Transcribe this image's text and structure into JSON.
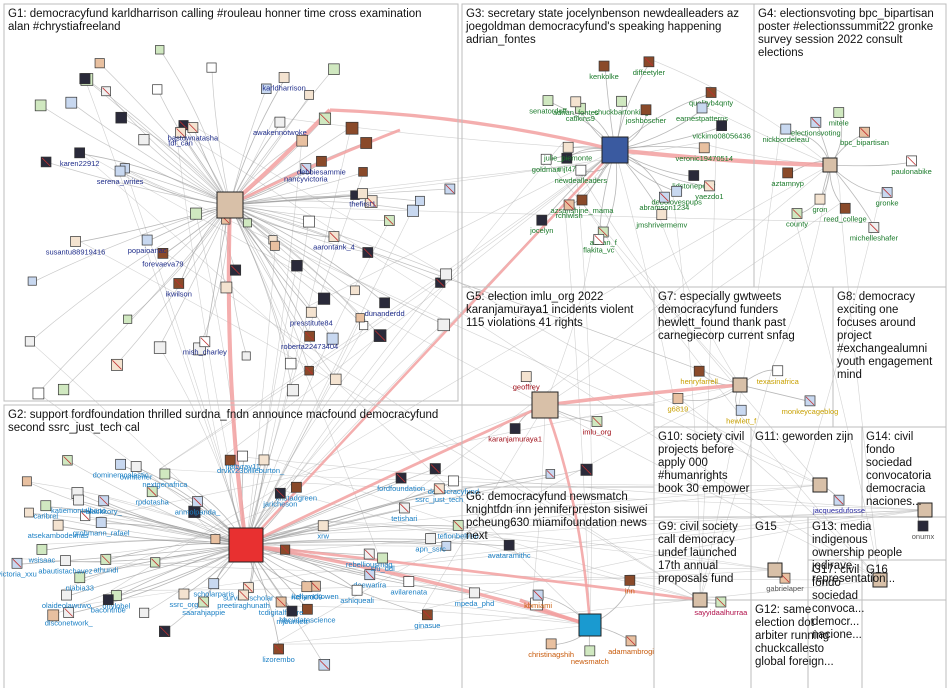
{
  "groups": [
    {
      "id": "G1",
      "color": "#1f2d8a",
      "title": [
        "G1: democracyfund karldharrison calling #rouleau honner time cross examination",
        "alan #chrystiafreeland"
      ],
      "nodes": [
        "aarontank_4",
        "dunanderdd",
        "presstitute84",
        "roberta22473404",
        "mish_charley",
        "ikwilson",
        "forevaeva79",
        "popaioanac",
        "susantu88919416",
        "karen22912",
        "serena_writes",
        "tdf_can",
        "bastownatasha",
        "karldharrison",
        "awakennotwoke",
        "nancyvictoria",
        "debbiesammie",
        "thefirst1"
      ]
    },
    {
      "id": "G2",
      "color": "#1a7fc4",
      "title": [
        "G2: support fordfoundation thrilled surdna_fndn announce macfound democracyfund",
        "second ssrc_just_tech cal"
      ],
      "nodes": [
        "avilarenata",
        "deewarira",
        "mpeda_phd",
        "ashiqueali",
        "ginasue",
        "kellymckowen",
        "richard09",
        "hbcudatascience",
        "tcdigitalfuture",
        "mjburnett",
        "lizorembo",
        "survivorscholar",
        "preetiraghunath",
        "scholarparis",
        "saarahjappie",
        "ssrc_org",
        "orlylobel",
        "disconetwork_",
        "olaideolawuwo",
        "bacontribe",
        "niabia33",
        "athundi",
        "victoria_xxu",
        "abautistachavez",
        "atsekambodelmas",
        "wsisaac",
        "grohmann_rafael",
        "katiemontalbano",
        "caribrel",
        "rpdotasha",
        "blackkory_",
        "owhitener",
        "nextgenafrica",
        "dominemoslastic",
        "anmolpanda_",
        "drvkv23",
        "nattyray11",
        "billieburton_",
        "kristadgreen",
        "jaricheson",
        "fordfoundation",
        "democracyfund",
        "ssrc_just_tech",
        "xrw",
        "tetishari",
        "tefionbeltran",
        "apn_ssrc",
        "avataramithc",
        "rebelliousmag",
        "sfu_ddl"
      ]
    },
    {
      "id": "G3",
      "color": "#1a7a2a",
      "title": [
        "G3: secretary state jocelynbenson newdealleaders az",
        "joegoldman democracyfund's speaking happening",
        "adrian_fontes"
      ],
      "nodes": [
        "lidstonepeter",
        "yaezdo1",
        "debolovespups",
        "abramson1234",
        "jmshrivermemv",
        "adrian_f",
        "flakita_vc",
        "azsunshine_mama",
        "rchlwlsh",
        "jocelyn",
        "newdealleaders",
        "goldman",
        "mjt47",
        "julie_piemonte",
        "senatorduff",
        "catikins9",
        "adrian_fontes",
        "chuckbartonking",
        "kenkolke",
        "diffeetyler",
        "joshboscher",
        "qualityb4qnty",
        "earnestpatterns",
        "vickimo08056436",
        "veronic19470514"
      ]
    },
    {
      "id": "G4",
      "color": "#1a7a2a",
      "title": [
        "G4: electionsvoting bpc_bipartisan",
        "poster #electionssummit22 gronke",
        "survey session 2022 consult",
        "elections"
      ],
      "nodes": [
        "gronke",
        "michelleshafer",
        "reed_college",
        "gron",
        "county",
        "aztamnyp",
        "nickbordeleau",
        "electionsvoting",
        "mitele",
        "bpc_bipartisan",
        "paulonabike"
      ]
    },
    {
      "id": "G5",
      "color": "#a0101a",
      "title": [
        "G5: election imlu_org 2022",
        "karanjamuraya1 incidents violent",
        "115 violations 41 rights"
      ],
      "nodes": [
        "imlu_org",
        "karanjamuraya1",
        "geoffrey"
      ]
    },
    {
      "id": "G6",
      "color": "#c85a0a",
      "title": [
        "G6: democracyfund newsmatch",
        "knightfdn inn jenniferpreston sisiwei",
        "pcheung630 miamifoundation news",
        "next"
      ],
      "nodes": [
        "adamambrogi",
        "newsmatch",
        "christinagshih",
        "kbmiami",
        "inn"
      ]
    },
    {
      "id": "G7",
      "color": "#c8a000",
      "title": [
        "G7: especially gwtweets",
        "democracyfund funders",
        "hewlett_found thank past",
        "carnegiecorp current snfag"
      ],
      "nodes": [
        "monkeycageblog",
        "hewlett_f",
        "g6819",
        "henryfarrell",
        "texasinafrica"
      ]
    },
    {
      "id": "G8",
      "color": "#2a8a2a",
      "title": [
        "G8: democracy",
        "exciting one",
        "focuses around",
        "project",
        "#exchangealumni",
        "youth engagement",
        "mind"
      ],
      "nodes": []
    },
    {
      "id": "G9",
      "color": "#b0104a",
      "title": [
        "G9: civil society",
        "call democracy",
        "undef launched",
        "17th annual",
        "proposals fund"
      ],
      "nodes": [
        "sayyidaalhurraa"
      ]
    },
    {
      "id": "G10",
      "color": "#555",
      "title": [
        "G10: society civil",
        "projects before",
        "apply 000",
        "#humanrights",
        "book 30 empower"
      ],
      "nodes": []
    },
    {
      "id": "G11",
      "color": "#2a2aa0",
      "title": [
        "G11: geworden zijn"
      ],
      "nodes": [
        "jacquesdufosse"
      ]
    },
    {
      "id": "G12",
      "color": "#555",
      "title": [
        "G12: same",
        "election dot",
        "arbiter running",
        "chuckcallesto",
        "global foreign..."
      ],
      "nodes": []
    },
    {
      "id": "G13",
      "color": "#555",
      "title": [
        "G13: media",
        "indigenous",
        "ownership people",
        "jodirave",
        "representation..."
      ],
      "nodes": []
    },
    {
      "id": "G14",
      "color": "#555",
      "title": [
        "G14: civil",
        "fondo",
        "sociedad",
        "convocatoria",
        "democracia",
        "naciones..."
      ],
      "nodes": [
        "onumx"
      ]
    },
    {
      "id": "G15",
      "color": "#555",
      "title": [
        "G15"
      ],
      "nodes": [
        "gabrielaper"
      ]
    },
    {
      "id": "G16",
      "color": "#555",
      "title": [
        "G16"
      ],
      "nodes": []
    },
    {
      "id": "G17",
      "color": "#555",
      "title": [
        "G17: civil",
        "fondo",
        "sociedad",
        "convoca...",
        "democr...",
        "nacione..."
      ],
      "nodes": []
    }
  ]
}
